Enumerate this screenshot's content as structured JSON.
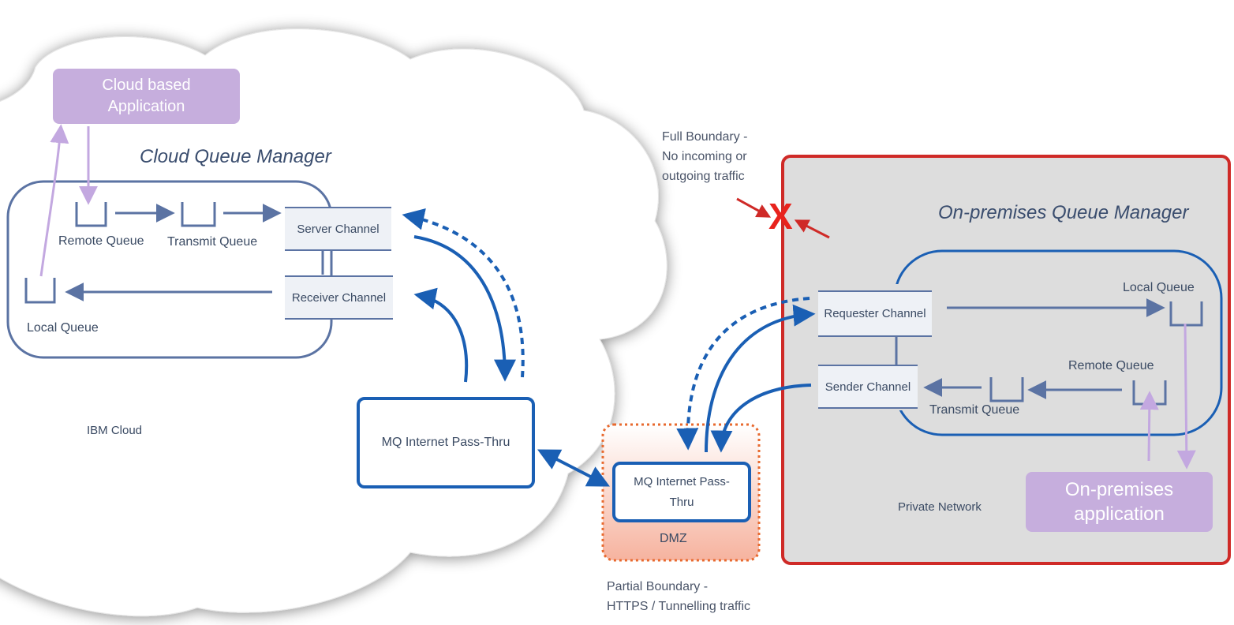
{
  "cloud": {
    "region_label": "IBM Cloud",
    "app_label": "Cloud based\nApplication",
    "qm_title": "Cloud Queue Manager",
    "remote_queue": "Remote Queue",
    "transmit_queue": "Transmit Queue",
    "local_queue": "Local Queue",
    "server_channel": "Server Channel",
    "receiver_channel": "Receiver Channel",
    "mqipt": "MQ Internet Pass-Thru"
  },
  "dmz": {
    "label": "DMZ",
    "mqipt": "MQ Internet Pass-\nThru",
    "boundary_note": "Partial Boundary -\nHTTPS / Tunnelling traffic"
  },
  "onprem": {
    "qm_title": "On-premises Queue Manager",
    "requester_channel": "Requester Channel",
    "sender_channel": "Sender Channel",
    "local_queue": "Local Queue",
    "remote_queue": "Remote Queue",
    "transmit_queue": "Transmit Queue",
    "network_label": "Private Network",
    "app_label": "On-premises\napplication",
    "boundary_note": "Full Boundary -\nNo incoming or\noutgoing traffic",
    "blocked_mark": "X"
  },
  "colors": {
    "qm_border": "#5b73a3",
    "flow_blue": "#1a5fb4",
    "app_purple": "#c6aedd",
    "app_flow": "#c3a8e0",
    "private_border": "#cf2a27",
    "private_fill": "#dddddd",
    "dmz_border": "#e8692e",
    "blocked_red": "#e8231d"
  }
}
